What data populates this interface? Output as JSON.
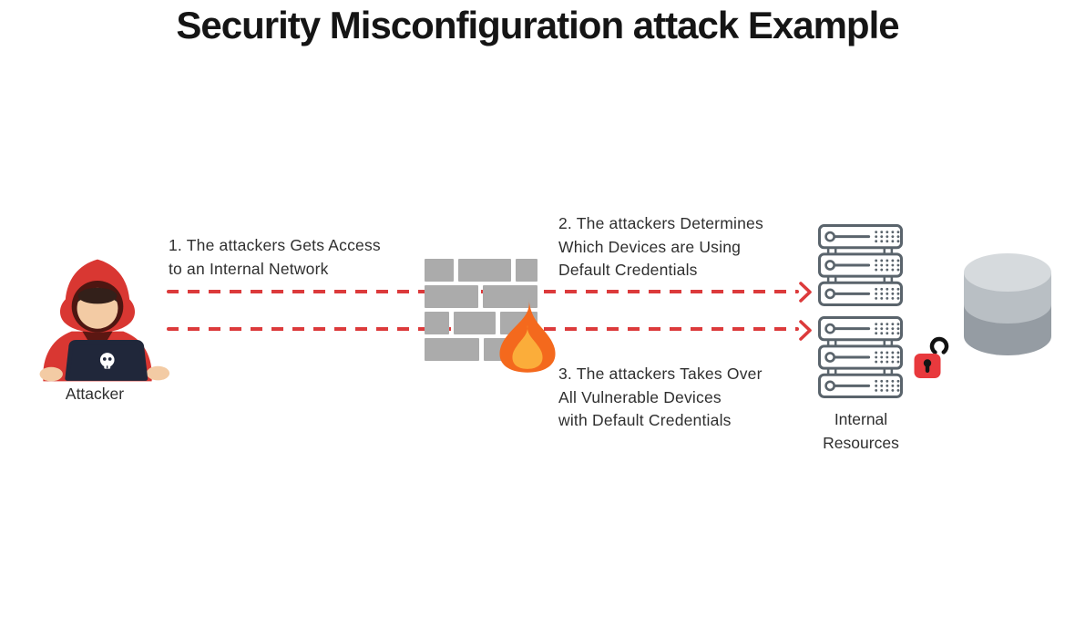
{
  "title": "Security Misconfiguration attack Example",
  "attacker": {
    "label": "Attacker",
    "icon": "hacker-with-laptop-icon"
  },
  "steps": [
    {
      "id": 1,
      "text": "1. The attackers Gets Access\nto an Internal Network"
    },
    {
      "id": 2,
      "text": "2. The attackers Determines\nWhich Devices are Using\nDefault Credentials"
    },
    {
      "id": 3,
      "text": "3. The attackers Takes Over\nAll Vulnerable Devices\nwith Default Credentials"
    }
  ],
  "firewall": {
    "icon": "firewall-brick-wall-icon",
    "flame_icon": "flame-icon"
  },
  "internal_resources": {
    "label": "Internal\nResources",
    "icon": "server-rack-icon",
    "server_count": 6
  },
  "security": {
    "icon": "open-padlock-icon"
  },
  "database": {
    "icon": "database-cylinder-icon"
  },
  "arrows": {
    "style": "dashed",
    "count": 2,
    "direction": "left-to-right"
  },
  "colors": {
    "accent_red": "#DC3A3B",
    "hoodie_red": "#D93732",
    "laptop_navy": "#20273A",
    "skin": "#F3CBA4",
    "brick_gray": "#ABABAB",
    "flame_outer": "#F4691D",
    "flame_inner": "#FBAD3A",
    "server_outline": "#5A646C",
    "lock_red": "#E8393D",
    "db_light": "#D6DADD",
    "db_mid": "#B9BFC4",
    "db_dark": "#959CA3",
    "text_dark": "#2F2F2F",
    "title_black": "#151515"
  }
}
